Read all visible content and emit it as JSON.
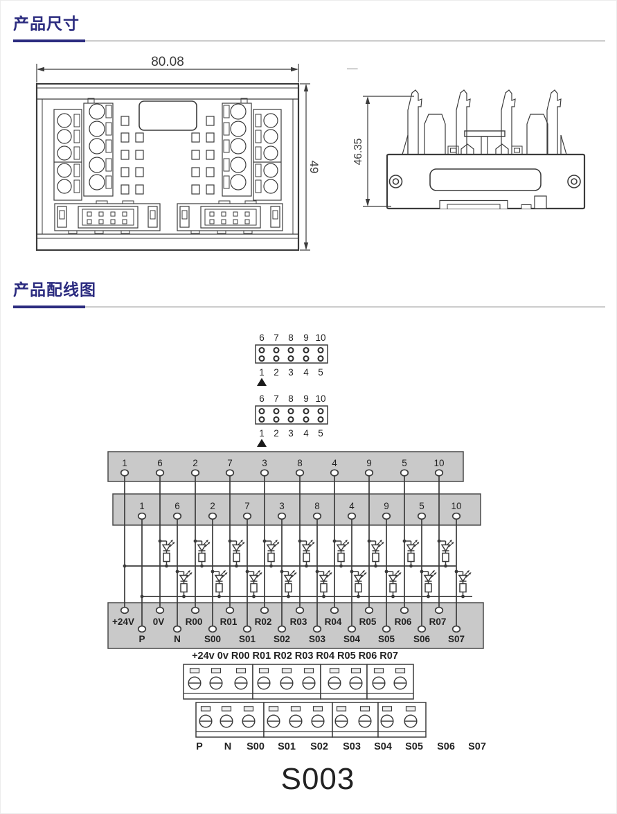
{
  "page": {
    "section1_title": "产品尺寸",
    "section2_title": "产品配线图",
    "model": "S003",
    "colors": {
      "accent": "#2b2b7f",
      "line": "#3b3b3b",
      "bar-fill": "#c9c9c9",
      "rule-gray": "#cccccc"
    }
  },
  "dimensions": {
    "front_width": "80.08",
    "front_height": "49",
    "side_height": "46.35"
  },
  "wiring": {
    "connector_top_pins": [
      "6",
      "7",
      "8",
      "9",
      "10"
    ],
    "connector_bottom_pins": [
      "1",
      "2",
      "3",
      "4",
      "5"
    ],
    "bar_pins": [
      "1",
      "6",
      "2",
      "7",
      "3",
      "8",
      "4",
      "9",
      "5",
      "10"
    ],
    "terminal_row1": [
      "+24V",
      "0V",
      "R00",
      "R01",
      "R02",
      "R03",
      "R04",
      "R05",
      "R06",
      "R07"
    ],
    "terminal_row2": [
      "P",
      "N",
      "S00",
      "S01",
      "S02",
      "S03",
      "S04",
      "S05",
      "S06",
      "S07"
    ],
    "screw_row_label": "+24v 0v  R00 R01 R02 R03 R04 R05 R06 R07"
  }
}
